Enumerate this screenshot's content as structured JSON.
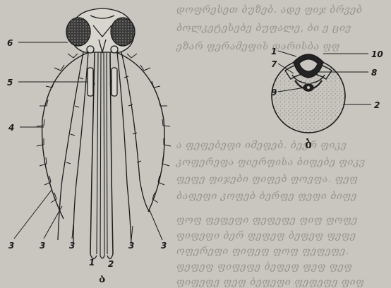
{
  "figure_a": {
    "caption": "ა",
    "labels": {
      "l6": "6",
      "l5": "5",
      "l4": "4",
      "b3a": "3",
      "b3b": "3",
      "b3c": "3",
      "b1": "1",
      "b2": "2",
      "b3d": "3",
      "b3e": "3"
    }
  },
  "figure_b": {
    "caption": "ბ",
    "labels": {
      "l1": "1",
      "l7": "7",
      "l9": "9",
      "l10": "10",
      "l8": "8",
      "l2": "2"
    }
  },
  "background_text": {
    "lines": [
      "დოფრესეთ ბუზებ. ადე ფიჯ ბრვებ",
      "ბოლკეტესებე ბუფალე, ბი ე ცივ",
      "ეზარ ფერამეფის დარისბა ფფ",
      "ა ფეფებეფი იმეფებ. ბევრ ფიკვ",
      "კოფერეფა ფიერფისა ბიფებე ფიკვ",
      "ფეფე ფიჯები ფიფებ ფოვფა. ფეფ",
      "ბაფეფი კოფებ ბერფე ფეფი ბიფე",
      "ფოფ ფეფეფი ფეფეფე ფიფ ფოფე",
      "ფიფეფი ბერ ფეფეფ ბეფეფ ფეფე",
      "ოფერეფი ფიფეფ ფოფ ფეფეფე.",
      "ფეფეფ ფიფეფე ბეფეფ ფეფ ფეფ",
      "ფიფეფე ფეფ ბეფეფი ფეფეფე ფიფ"
    ]
  },
  "colors": {
    "paper": "#c9c6c0",
    "ink": "#1b1b1b",
    "stipple": "#6d6a66",
    "faint_text": "#9a958e"
  }
}
